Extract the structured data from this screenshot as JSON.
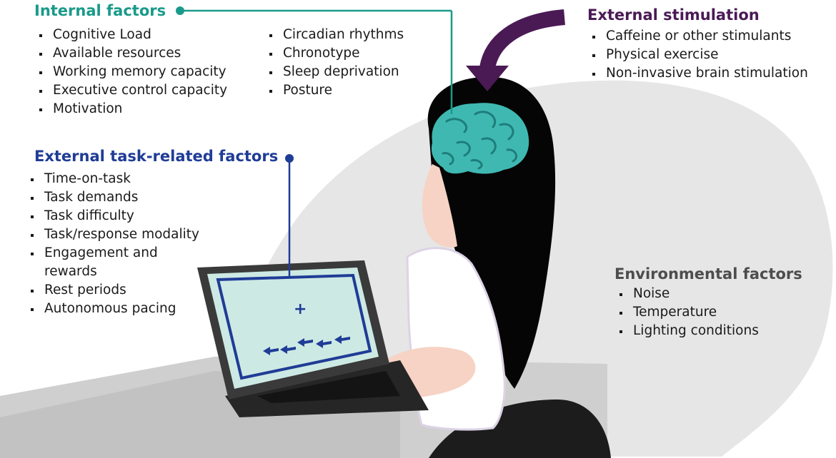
{
  "internal_factors": {
    "title": "Internal factors",
    "column_1": [
      "Cognitive Load",
      "Available resources",
      "Working memory capacity",
      "Executive control capacity",
      "Motivation"
    ],
    "column_2": [
      "Circadian rhythms",
      "Chronotype",
      "Sleep deprivation",
      "Posture"
    ]
  },
  "external_stimulation": {
    "title": "External stimulation",
    "items": [
      "Caffeine or other stimulants",
      "Physical exercise",
      "Non-invasive brain stimulation"
    ]
  },
  "external_task_factors": {
    "title": "External task-related factors",
    "items": [
      "Time-on-task",
      "Task demands",
      "Task difficulty",
      "Task/response modality",
      "Engagement and",
      "rewards",
      "Rest periods",
      "Autonomous pacing"
    ]
  },
  "environmental_factors": {
    "title": "Environmental factors",
    "items": [
      "Noise",
      "Temperature",
      "Lighting conditions"
    ]
  },
  "screen": {
    "fixation_symbol": "+"
  },
  "colors": {
    "internal": "#1a9a8a",
    "external_stimulation": "#4a1a55",
    "task": "#1f3c96",
    "environment": "#4d4d4d",
    "background_blob": "#e6e6e6",
    "brain": "#3fb8b2",
    "hair": "#050505",
    "skin": "#f6d3c4"
  }
}
